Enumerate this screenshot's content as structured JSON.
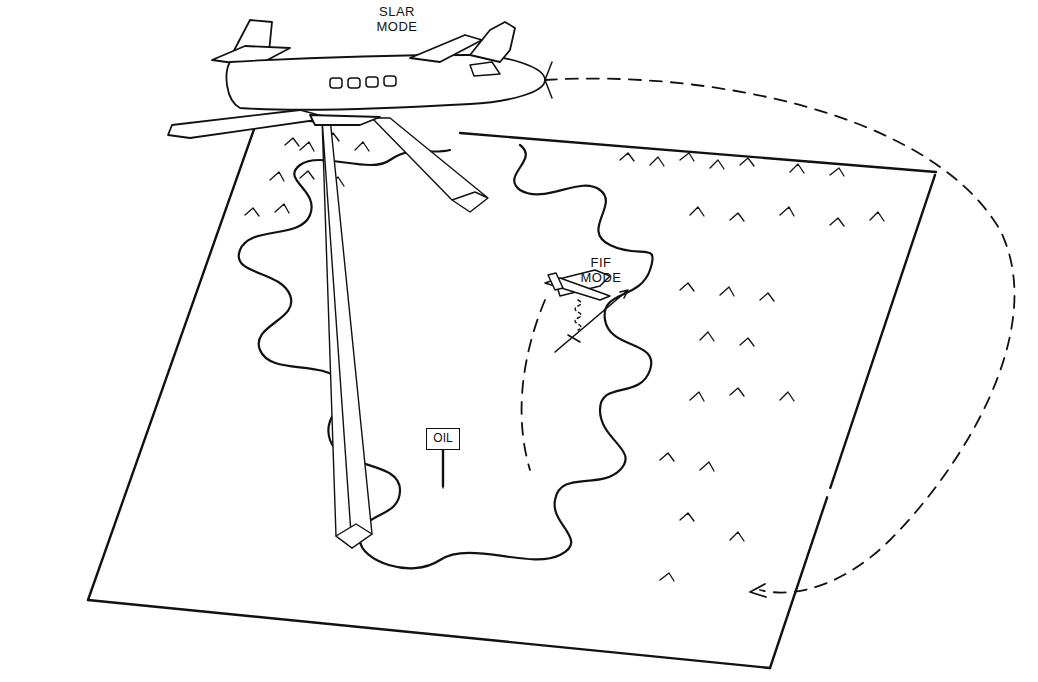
{
  "diagram": {
    "nodes": [
      {
        "text": [
          "OIL"
        ]
      }
    ],
    "labels": [
      "SLAR MODE",
      "FIF MODE"
    ]
  }
}
